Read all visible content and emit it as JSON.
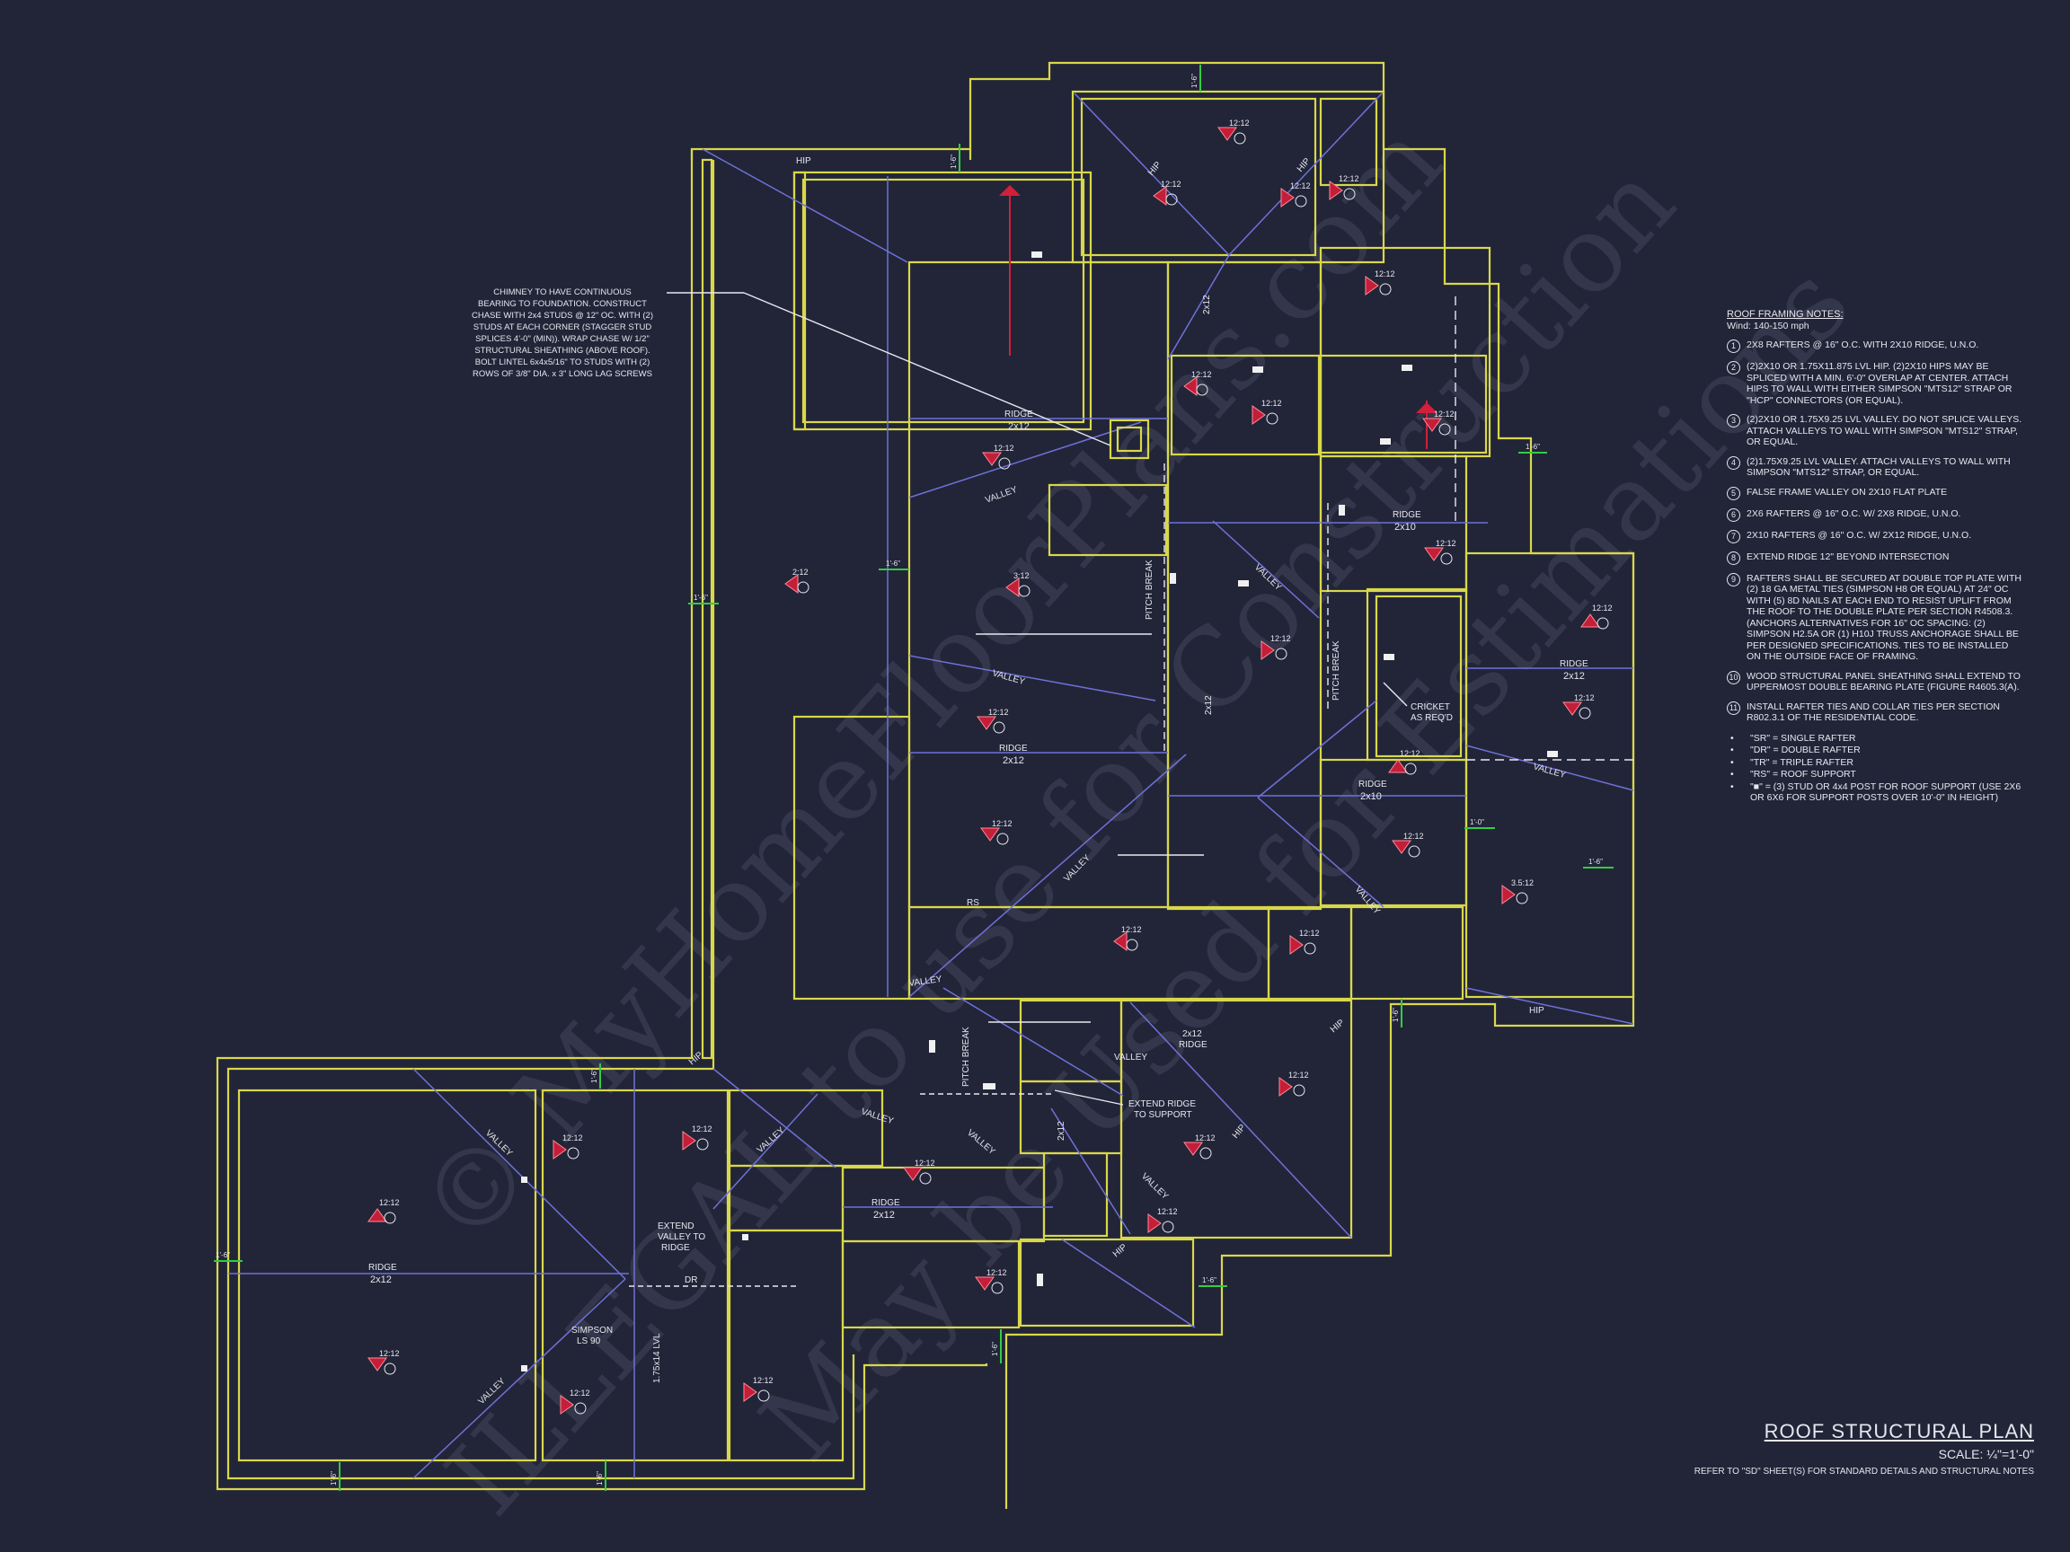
{
  "plan": {
    "chimney_note": [
      "CHIMNEY TO HAVE CONTINUOUS",
      "BEARING TO FOUNDATION. CONSTRUCT",
      "CHASE WITH 2x4 STUDS @ 12\" OC. WITH (2)",
      "STUDS AT EACH CORNER (STAGGER STUD",
      "SPLICES 4'-0\" (MIN)). WRAP CHASE W/ 1/2\"",
      "STRUCTURAL SHEATHING (ABOVE ROOF).",
      "BOLT LINTEL 6x4x5/16\" TO STUDS WITH (2)",
      "ROWS OF 3/8\" DIA. x 3\" LONG LAG SCREWS"
    ],
    "labels": {
      "ridge": "RIDGE",
      "valley": "VALLEY",
      "hip": "HIP",
      "pitch_break": "PITCH BREAK",
      "rs": "RS",
      "dr": "DR",
      "cricket": [
        "CRICKET",
        "AS REQ'D"
      ],
      "extend_valley": [
        "EXTEND",
        "VALLEY TO",
        "RIDGE"
      ],
      "simpson": [
        "SIMPSON",
        "LS 90"
      ],
      "lvl": "1.75x14 LVL",
      "extend_ridge": [
        "EXTEND RIDGE",
        "TO SUPPORT"
      ],
      "ridge_2x12_note": [
        "2x12",
        "RIDGE"
      ]
    },
    "dims": [
      "1'-6\"",
      "1'-6\"",
      "1'-6\"",
      "1'-6\"",
      "1'-6\"",
      "1'-6\"",
      "1'-0\"",
      "1'-6\"",
      "1'-6\"",
      "1'-6\"",
      "1'-6\"",
      "1'-6\"",
      "1'-6\"",
      "1'-6\""
    ],
    "ridge_sizes": [
      "2x12",
      "2x12",
      "2x10",
      "2x12",
      "2x10",
      "2x12",
      "2x12",
      "2x12",
      "2x12",
      "2x12",
      "2x12"
    ],
    "pitches": [
      "12:12",
      "12:12",
      "12:12",
      "12:12",
      "12:12",
      "2:12",
      "3:12",
      "12:12",
      "12:12",
      "12:12",
      "12:12",
      "12:12",
      "12:12",
      "12:12",
      "12:12",
      "12:12",
      "12:12",
      "12:12",
      "3.5:12",
      "12:12",
      "12:12",
      "12:12",
      "12:12",
      "12:12",
      "12:12",
      "12:12",
      "12:12",
      "12:12",
      "12:12",
      "12:12",
      "12:12",
      "12:12",
      "12:12"
    ]
  },
  "notes": {
    "title": "ROOF FRAMING NOTES:",
    "wind": "Wind: 140-150 mph",
    "items": [
      {
        "num": "1",
        "text": "2x8 RAFTERS @ 16\" O.C. WITH 2X10 RIDGE, U.N.O."
      },
      {
        "num": "2",
        "text": "(2)2x10 OR 1.75x11.875 LVL HIP. (2)2x10 HIPS MAY BE SPLICED WITH A MIN. 6'-0\" OVERLAP AT CENTER. ATTACH HIPS TO WALL WITH EITHER SIMPSON \"MTS12\" STRAP OR \"HCP\" CONNECTORS (OR EQUAL)."
      },
      {
        "num": "3",
        "text": "(2)2x10 OR 1.75x9.25 LVL VALLEY. DO NOT SPLICE VALLEYS. ATTACH VALLEYS TO WALL WITH SIMPSON \"MTS12\" STRAP, OR EQUAL."
      },
      {
        "num": "4",
        "text": "(2)1.75x9.25 LVL VALLEY. ATTACH VALLEYS TO WALL WITH SIMPSON \"MTS12\" STRAP, OR EQUAL."
      },
      {
        "num": "5",
        "text": "FALSE FRAME VALLEY ON 2x10 FLAT PLATE"
      },
      {
        "num": "6",
        "text": "2x6 RAFTERS @ 16\" O.C. W/ 2x8 RIDGE, U.N.O."
      },
      {
        "num": "7",
        "text": "2x10 RAFTERS @ 16\" O.C. W/ 2x12 RIDGE, U.N.O."
      },
      {
        "num": "8",
        "text": "EXTEND RIDGE 12\" BEYOND INTERSECTION"
      },
      {
        "num": "9",
        "text": "RAFTERS SHALL BE SECURED AT DOUBLE TOP PLATE WITH (2) 18 GA METAL TIES (SIMPSON H8 OR EQUAL) AT 24\" OC WITH (5) 8d NAILS AT EACH END TO RESIST UPLIFT FROM THE ROOF TO THE DOUBLE PLATE PER SECTION R4508.3. (ANCHORS ALTERNATIVES FOR 16\" OC SPACING: (2) SIMPSON H2.5A OR (1) H10J TRUSS ANCHORAGE SHALL BE PER DESIGNED SPECIFICATIONS. TIES TO BE INSTALLED ON THE OUTSIDE FACE OF FRAMING."
      },
      {
        "num": "10",
        "text": "WOOD STRUCTURAL PANEL SHEATHING SHALL EXTEND TO UPPERMOST DOUBLE BEARING PLATE (FIGURE R4605.3(A)."
      },
      {
        "num": "11",
        "text": "INSTALL RAFTER TIES AND COLLAR TIES PER SECTION R802.3.1 OF THE RESIDENTIAL CODE."
      }
    ],
    "legend": [
      "\"SR\" = SINGLE RAFTER",
      "\"DR\" = DOUBLE RAFTER",
      "\"TR\" = TRIPLE RAFTER",
      "\"RS\" = ROOF SUPPORT",
      "\"■\" = (3) STUD OR 4x4 POST FOR ROOF SUPPORT (USE 2X6 OR 6X6 FOR SUPPORT POSTS OVER 10'-0\" IN HEIGHT)"
    ]
  },
  "title_block": {
    "title": "ROOF STRUCTURAL PLAN",
    "scale": "SCALE: ¼\"=1'-0\"",
    "ref": "REFER TO \"SD\" SHEET(S) FOR STANDARD DETAILS AND STRUCTURAL NOTES"
  },
  "watermark": [
    "© MyHomeFloorPlans.com",
    "ILLEGAL to use for Construction",
    "May be Used for Estimations"
  ],
  "colors": {
    "background": "#222538",
    "walls": "#d8d84a",
    "roof_lines": "#6e72d8",
    "slope_arrows": "#d21f3a",
    "dimensions": "#33cc44",
    "text": "#e6e6ee"
  }
}
